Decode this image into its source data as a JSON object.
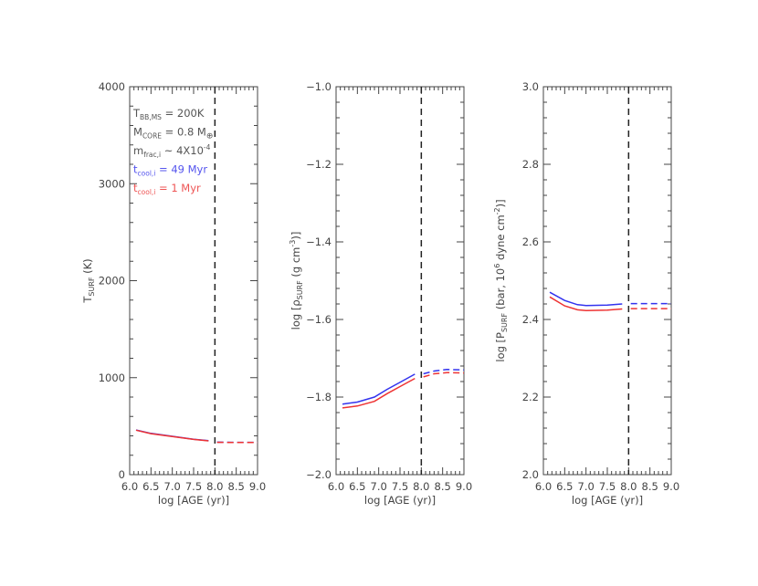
{
  "figure": {
    "colors": {
      "blue": "#3333ee",
      "red": "#ee3333",
      "axis": "#444444",
      "text": "#444444",
      "vline": "#222222"
    }
  },
  "annotations": [
    {
      "main": "T",
      "sub": "BB,MS",
      "rest": " = 200K",
      "color": "#555555"
    },
    {
      "main": "M",
      "sub": "CORE",
      "rest": " = 0.8 M",
      "tail_sub": "⊕",
      "color": "#555555"
    },
    {
      "main": "m",
      "sub": "frac,i",
      "rest": " ~ 4X10",
      "sup": "-4",
      "color": "#555555"
    },
    {
      "main": "t",
      "sub": "cool,i",
      "rest": " = 49 Myr",
      "color": "#5555ee"
    },
    {
      "main": "t",
      "sub": "cool,i",
      "rest": " = 1 Myr",
      "color": "#ee5555"
    }
  ],
  "chart_data": [
    {
      "type": "line",
      "title": "",
      "xlabel": "log [AGE (yr)]",
      "ylabel": "T_SURF (K)",
      "ylabel_parts": {
        "pre": "T",
        "sub": "SURF",
        "post": " (K)"
      },
      "xlim": [
        6.0,
        9.0
      ],
      "ylim": [
        0,
        4000
      ],
      "xticks": [
        "6.0",
        "6.5",
        "7.0",
        "7.5",
        "8.0",
        "8.5",
        "9.0"
      ],
      "yticks": [
        "0",
        "1000",
        "2000",
        "3000",
        "4000"
      ],
      "ytick_values": [
        0,
        1000,
        2000,
        3000,
        4000
      ],
      "vline_x": 8.0,
      "series": [
        {
          "name": "t_cool,i = 49 Myr",
          "color": "#3333ee",
          "style": "solid",
          "x": [
            6.15,
            6.5,
            7.0,
            7.5,
            7.85
          ],
          "y": [
            460,
            425,
            395,
            365,
            350
          ]
        },
        {
          "name": "t_cool,i = 1 Myr",
          "color": "#ee3333",
          "style": "solid",
          "x": [
            6.15,
            6.5,
            7.0,
            7.5,
            7.85
          ],
          "y": [
            458,
            423,
            393,
            363,
            348
          ]
        },
        {
          "name": "t_cool,i = 49 Myr (late)",
          "color": "#3333ee",
          "style": "dashed",
          "x": [
            8.05,
            8.5,
            9.0
          ],
          "y": [
            335,
            333,
            333
          ]
        },
        {
          "name": "t_cool,i = 1 Myr (late)",
          "color": "#ee3333",
          "style": "dashed",
          "x": [
            8.05,
            8.5,
            9.0
          ],
          "y": [
            333,
            331,
            331
          ]
        }
      ]
    },
    {
      "type": "line",
      "title": "",
      "xlabel": "log [AGE (yr)]",
      "ylabel": "log [ρ_SURF (g cm^-3)]",
      "ylabel_parts": {
        "pre": "log [ρ",
        "sub": "SURF",
        "mid": " (g cm",
        "sup": "-3",
        "post": ")]"
      },
      "xlim": [
        6.0,
        9.0
      ],
      "ylim": [
        -2.0,
        -1.0
      ],
      "xticks": [
        "6.0",
        "6.5",
        "7.0",
        "7.5",
        "8.0",
        "8.5",
        "9.0"
      ],
      "yticks": [
        "-2.0",
        "-1.8",
        "-1.6",
        "-1.4",
        "-1.2",
        "-1.0"
      ],
      "ytick_values": [
        -2.0,
        -1.8,
        -1.6,
        -1.4,
        -1.2,
        -1.0
      ],
      "vline_x": 8.0,
      "series": [
        {
          "name": "t_cool,i = 49 Myr",
          "color": "#3333ee",
          "style": "solid",
          "x": [
            6.15,
            6.5,
            6.9,
            7.2,
            7.5,
            7.85
          ],
          "y": [
            -1.818,
            -1.813,
            -1.8,
            -1.78,
            -1.762,
            -1.741
          ]
        },
        {
          "name": "t_cool,i = 1 Myr",
          "color": "#ee3333",
          "style": "solid",
          "x": [
            6.15,
            6.5,
            6.9,
            7.2,
            7.5,
            7.85
          ],
          "y": [
            -1.828,
            -1.823,
            -1.811,
            -1.791,
            -1.773,
            -1.752
          ]
        },
        {
          "name": "t_cool,i = 49 Myr (late)",
          "color": "#3333ee",
          "style": "dashed",
          "x": [
            8.05,
            8.3,
            8.6,
            9.0
          ],
          "y": [
            -1.74,
            -1.733,
            -1.729,
            -1.73
          ]
        },
        {
          "name": "t_cool,i = 1 Myr (late)",
          "color": "#ee3333",
          "style": "dashed",
          "x": [
            8.05,
            8.3,
            8.6,
            9.0
          ],
          "y": [
            -1.748,
            -1.74,
            -1.737,
            -1.738
          ]
        }
      ]
    },
    {
      "type": "line",
      "title": "",
      "xlabel": "log [AGE (yr)]",
      "ylabel": "log [P_SURF (bar, 10^6 dyne cm^-2)]",
      "ylabel_parts": {
        "pre": "log [P",
        "sub": "SURF",
        "mid": " (bar, 10",
        "sup": "6",
        "mid2": " dyne cm",
        "sup2": "-2",
        "post": ")]"
      },
      "xlim": [
        6.0,
        9.0
      ],
      "ylim": [
        2.0,
        3.0
      ],
      "xticks": [
        "6.0",
        "6.5",
        "7.0",
        "7.5",
        "8.0",
        "8.5",
        "9.0"
      ],
      "yticks": [
        "2.0",
        "2.2",
        "2.4",
        "2.6",
        "2.8",
        "3.0"
      ],
      "ytick_values": [
        2.0,
        2.2,
        2.4,
        2.6,
        2.8,
        3.0
      ],
      "vline_x": 8.0,
      "series": [
        {
          "name": "t_cool,i = 49 Myr",
          "color": "#3333ee",
          "style": "solid",
          "x": [
            6.15,
            6.5,
            6.8,
            7.0,
            7.5,
            7.85
          ],
          "y": [
            2.47,
            2.449,
            2.438,
            2.436,
            2.437,
            2.44
          ]
        },
        {
          "name": "t_cool,i = 1 Myr",
          "color": "#ee3333",
          "style": "solid",
          "x": [
            6.15,
            6.5,
            6.8,
            7.0,
            7.5,
            7.85
          ],
          "y": [
            2.458,
            2.435,
            2.425,
            2.423,
            2.424,
            2.427
          ]
        },
        {
          "name": "t_cool,i = 49 Myr (late)",
          "color": "#3333ee",
          "style": "dashed",
          "x": [
            8.05,
            8.5,
            9.0
          ],
          "y": [
            2.441,
            2.441,
            2.441
          ]
        },
        {
          "name": "t_cool,i = 1 Myr (late)",
          "color": "#ee3333",
          "style": "dashed",
          "x": [
            8.05,
            8.5,
            9.0
          ],
          "y": [
            2.428,
            2.428,
            2.428
          ]
        }
      ]
    }
  ]
}
